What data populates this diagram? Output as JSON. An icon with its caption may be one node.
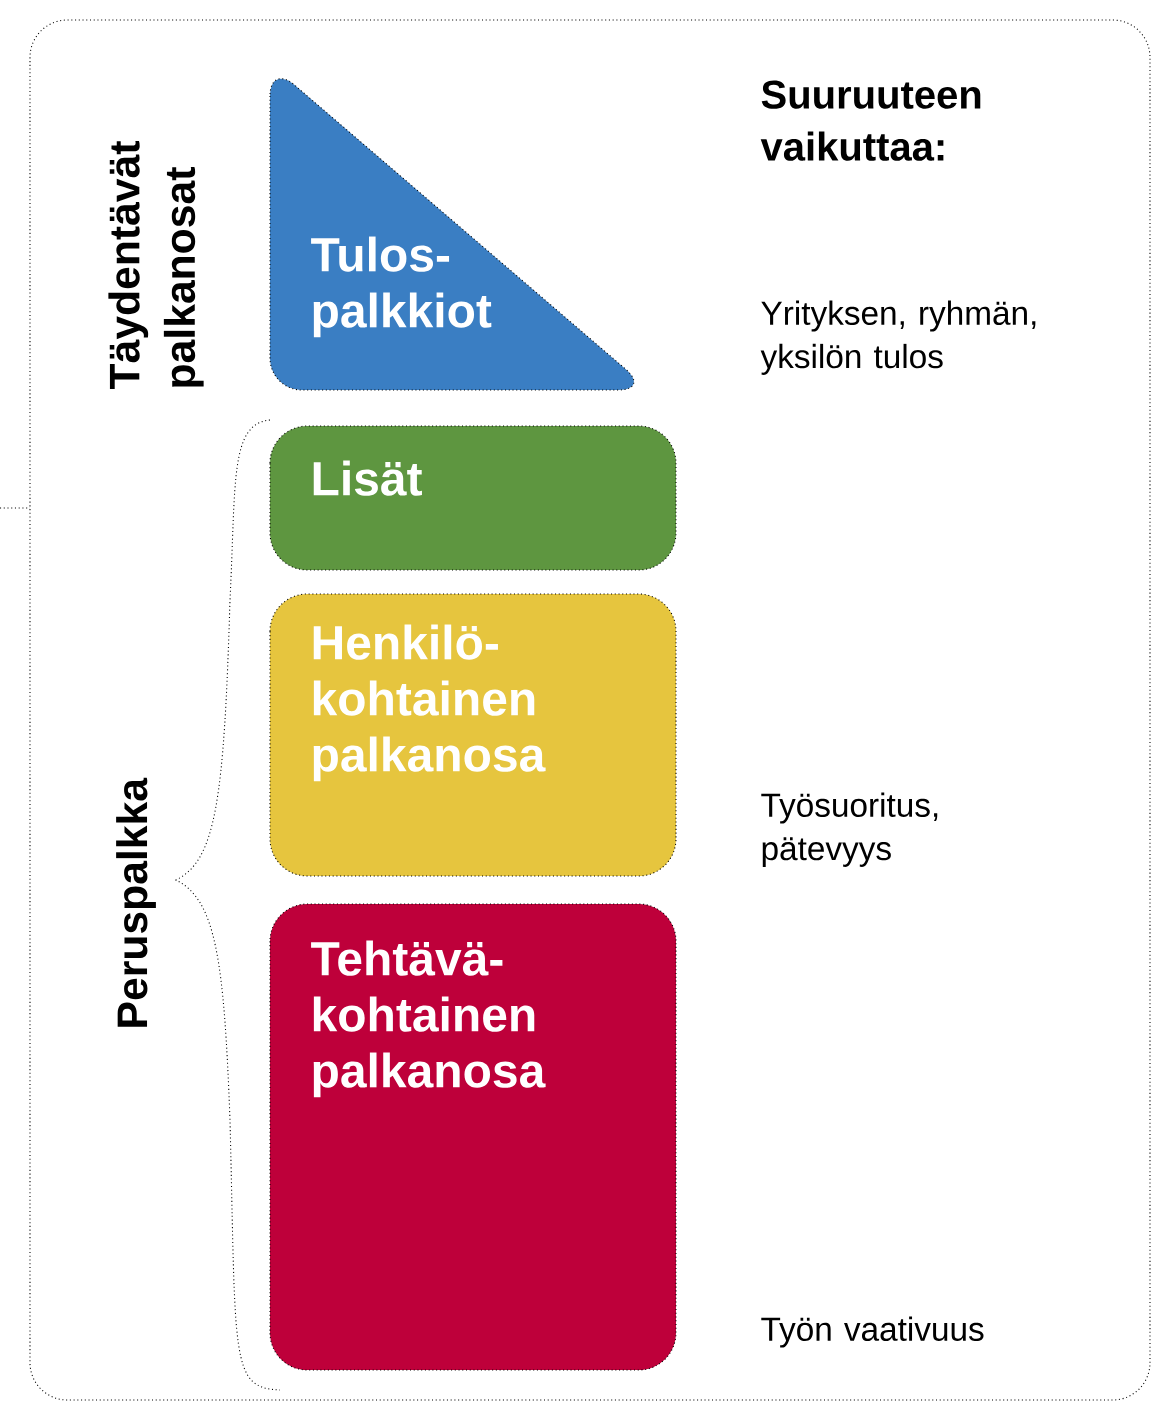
{
  "diagram": {
    "nodes": [
      {
        "text": [
          "Tulos- palkkiot"
        ]
      },
      {
        "text": [
          "Lisät"
        ]
      },
      {
        "text": [
          "Henkilö- kohtainen palkanosa"
        ]
      },
      {
        "text": [
          "Tehtävä- kohtainen palkanosa"
        ]
      }
    ],
    "labels": [
      "Täydentävät palkanosat",
      "Peruspalkka",
      "Suuruuteen vaikuttaa:",
      "Yrityksen, ryhmän, yksilön tulos",
      "Työsuoritus, pätevyys",
      "Työn vaativuus"
    ]
  }
}
